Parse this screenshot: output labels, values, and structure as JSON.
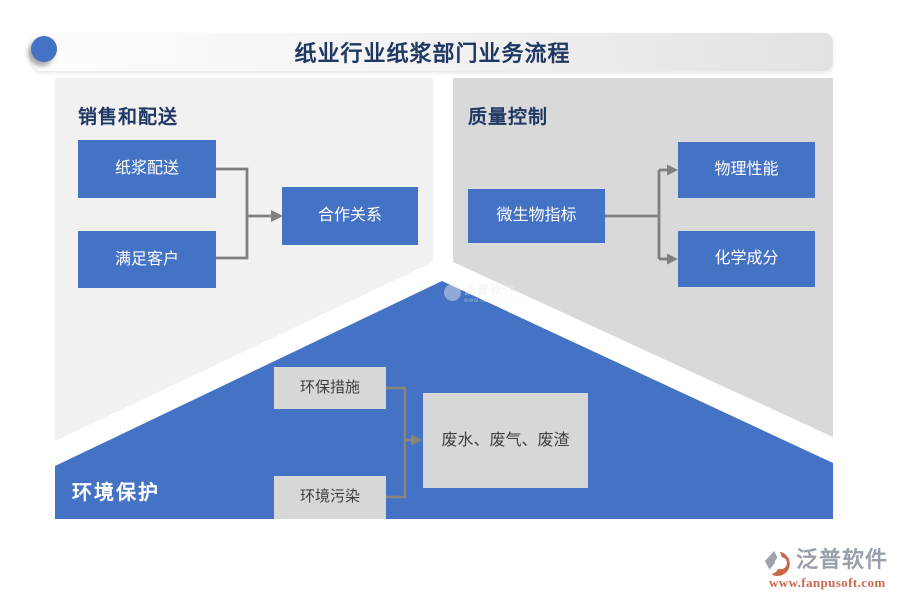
{
  "title": {
    "text": "纸业行业纸浆部门业务流程"
  },
  "sections": {
    "sales": {
      "header": "销售和配送",
      "node_delivery": "纸浆配送",
      "node_customer": "满足客户",
      "node_partnership": "合作关系"
    },
    "quality": {
      "header": "质量控制",
      "node_microbe": "微生物指标",
      "node_physical": "物理性能",
      "node_chemical": "化学成分"
    },
    "environment": {
      "header": "环境保护",
      "node_measures": "环保措施",
      "node_pollution": "环境污染",
      "node_waste": "废水、废气、废渣"
    }
  },
  "watermark": {
    "brand": "泛普软件",
    "url": "www.fanpusoft.com"
  },
  "footer": {
    "brand": "泛普软件",
    "url": "www.fanpusoft.com"
  },
  "colors": {
    "accent_blue": "#4472C4",
    "title_navy": "#1F3864",
    "panel_light": "#F1F1F1",
    "panel_dark": "#D9D9D9",
    "node_gray": "#D7D7D7",
    "connector_gray": "#7F7F7F",
    "connector_bottom": "#8C8575",
    "brand_gray": "#99A0AB",
    "brand_orange": "#C9694C"
  }
}
